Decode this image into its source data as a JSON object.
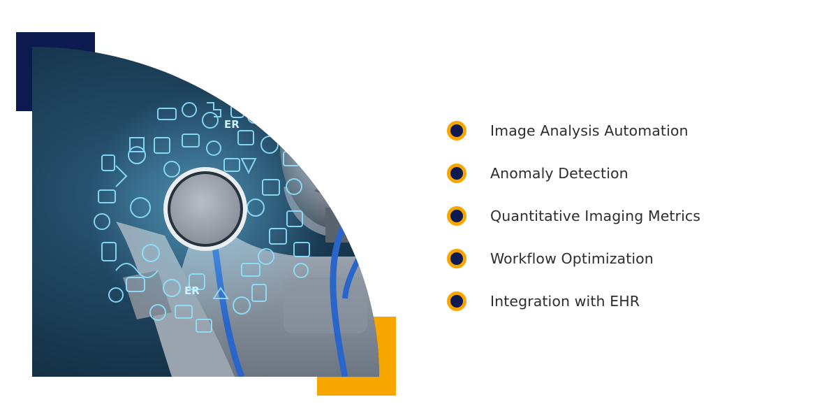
{
  "colors": {
    "accent_navy": "#0c1a4f",
    "accent_yellow": "#f7a600",
    "text": "#2d2d2d"
  },
  "hero_image": {
    "subject": "robot with stethoscope and medical icons",
    "icon_badges": [
      "ER",
      "ER"
    ]
  },
  "features": [
    "Image Analysis Automation",
    "Anomaly Detection",
    "Quantitative Imaging Metrics",
    "Workflow Optimization",
    "Integration with EHR"
  ]
}
